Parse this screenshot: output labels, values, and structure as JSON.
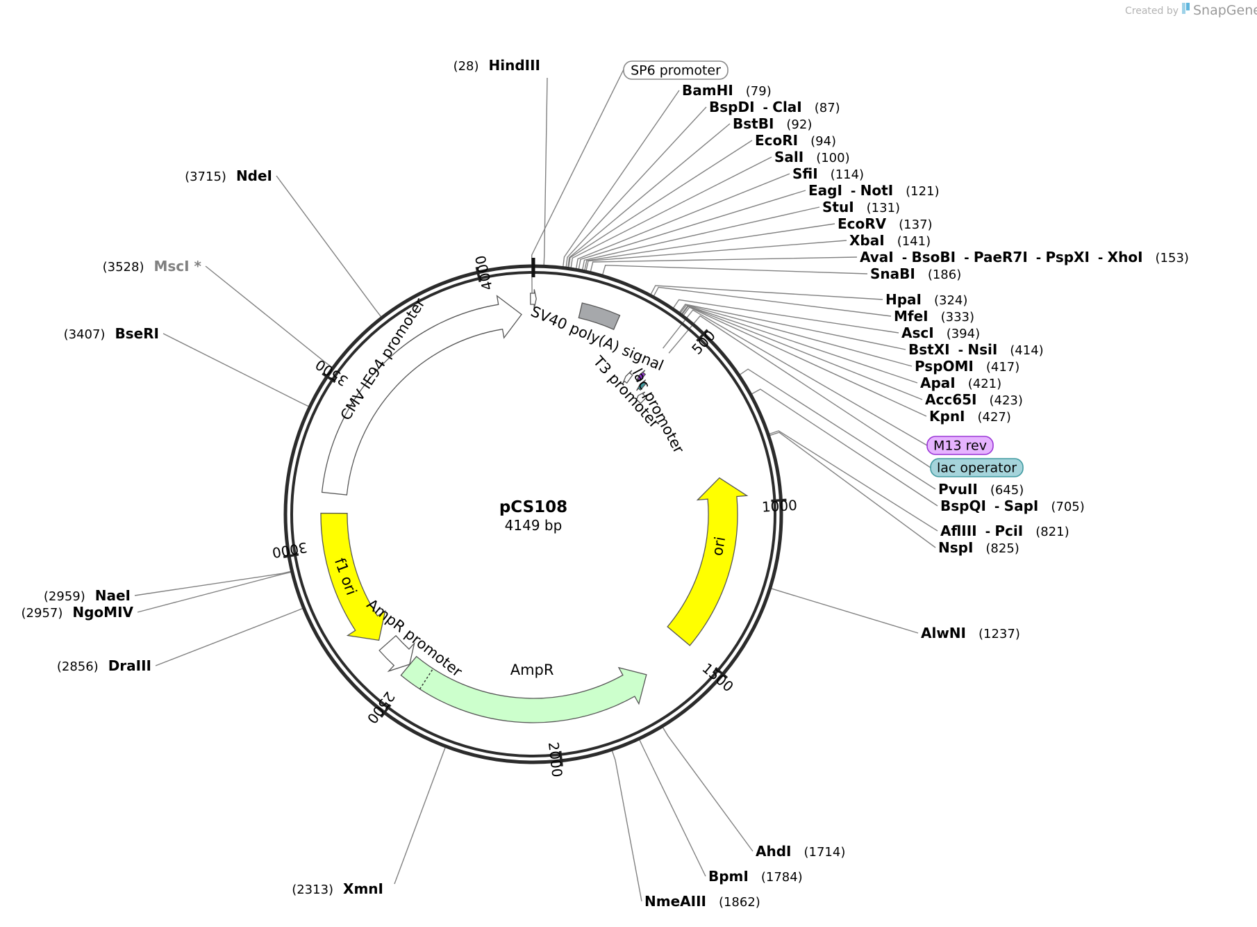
{
  "credit": {
    "created_by": "Created by",
    "brand": "SnapGene"
  },
  "plasmid": {
    "name": "pCS108",
    "length_label": "4149 bp",
    "length_bp": 4149
  },
  "ticks": [
    {
      "bp": 500,
      "label": "500"
    },
    {
      "bp": 1000,
      "label": "1000"
    },
    {
      "bp": 1500,
      "label": "1500"
    },
    {
      "bp": 2000,
      "label": "2000"
    },
    {
      "bp": 2500,
      "label": "2500"
    },
    {
      "bp": 3000,
      "label": "3000"
    },
    {
      "bp": 3500,
      "label": "3500"
    },
    {
      "bp": 4000,
      "label": "4000"
    }
  ],
  "features": [
    {
      "name": "SP6 promoter",
      "label": "SP6 promoter",
      "start": 4140,
      "end": 9,
      "color": "#ffffff",
      "direction": "forward"
    },
    {
      "name": "SV40 poly(A) signal",
      "label": "SV40 poly(A) signal",
      "start": 150,
      "end": 271,
      "color": "#a6a8ab",
      "direction": "none"
    },
    {
      "name": "T3 promoter",
      "label": "T3 promoter",
      "start": 390,
      "end": 409,
      "color": "#ffffff",
      "direction": "reverse"
    },
    {
      "name": "M13 rev",
      "label": "M13 rev",
      "start": 430,
      "end": 446,
      "color": "#8c35c7",
      "direction": "reverse"
    },
    {
      "name": "lac operator",
      "label": "lac operator",
      "start": 454,
      "end": 470,
      "color": "#3f9aa0",
      "direction": "reverse"
    },
    {
      "name": "lac promoter",
      "label": "lac promoter",
      "start": 478,
      "end": 508,
      "color": "#ffffff",
      "direction": "reverse"
    },
    {
      "name": "ori",
      "label": "ori",
      "start": 910,
      "end": 1498,
      "color": "#ffff00",
      "direction": "reverse"
    },
    {
      "name": "AmpR",
      "label": "AmpR",
      "start": 1669,
      "end": 2529,
      "color": "#ccffcc",
      "direction": "reverse"
    },
    {
      "name": "AmpR promoter",
      "label": "AmpR promoter",
      "start": 2530,
      "end": 2634,
      "color": "#ffffff",
      "direction": "reverse"
    },
    {
      "name": "f1 ori",
      "label": "f1 ori",
      "start": 2660,
      "end": 3115,
      "color": "#ffff00",
      "direction": "reverse"
    },
    {
      "name": "CMV IE94 promoter",
      "label": "CMV IE94 promoter",
      "start": 3180,
      "end": 4110,
      "color": "#ffffff",
      "direction": "forward"
    }
  ],
  "sites": [
    {
      "id": "hindiii",
      "names": [
        "HindIII"
      ],
      "pos": "(28)",
      "bp": 28
    },
    {
      "id": "bamhi",
      "names": [
        "BamHI"
      ],
      "pos": "(79)",
      "bp": 79
    },
    {
      "id": "bspdi",
      "names": [
        "BspDI",
        "ClaI"
      ],
      "pos": "(87)",
      "bp": 87
    },
    {
      "id": "bstbi",
      "names": [
        "BstBI"
      ],
      "pos": "(92)",
      "bp": 92
    },
    {
      "id": "ecori",
      "names": [
        "EcoRI"
      ],
      "pos": "(94)",
      "bp": 94
    },
    {
      "id": "sali",
      "names": [
        "SalI"
      ],
      "pos": "(100)",
      "bp": 100
    },
    {
      "id": "sfii",
      "names": [
        "SfiI"
      ],
      "pos": "(114)",
      "bp": 114
    },
    {
      "id": "eagi",
      "names": [
        "EagI",
        "NotI"
      ],
      "pos": "(121)",
      "bp": 121
    },
    {
      "id": "stui",
      "names": [
        "StuI"
      ],
      "pos": "(131)",
      "bp": 131
    },
    {
      "id": "ecorv",
      "names": [
        "EcoRV"
      ],
      "pos": "(137)",
      "bp": 137
    },
    {
      "id": "xbai",
      "names": [
        "XbaI"
      ],
      "pos": "(141)",
      "bp": 141
    },
    {
      "id": "avai",
      "names": [
        "AvaI",
        "BsoBI",
        "PaeR7I",
        "PspXI",
        "XhoI"
      ],
      "pos": "(153)",
      "bp": 153
    },
    {
      "id": "snabi",
      "names": [
        "SnaBI"
      ],
      "pos": "(186)",
      "bp": 186
    },
    {
      "id": "hpai",
      "names": [
        "HpaI"
      ],
      "pos": "(324)",
      "bp": 324
    },
    {
      "id": "mfei",
      "names": [
        "MfeI"
      ],
      "pos": "(333)",
      "bp": 333
    },
    {
      "id": "asci",
      "names": [
        "AscI"
      ],
      "pos": "(394)",
      "bp": 394
    },
    {
      "id": "bstxi",
      "names": [
        "BstXI",
        "NsiI"
      ],
      "pos": "(414)",
      "bp": 414
    },
    {
      "id": "pspomi",
      "names": [
        "PspOMI"
      ],
      "pos": "(417)",
      "bp": 417
    },
    {
      "id": "apai",
      "names": [
        "ApaI"
      ],
      "pos": "(421)",
      "bp": 421
    },
    {
      "id": "acc65i",
      "names": [
        "Acc65I"
      ],
      "pos": "(423)",
      "bp": 423
    },
    {
      "id": "kpni",
      "names": [
        "KpnI"
      ],
      "pos": "(427)",
      "bp": 427
    },
    {
      "id": "pvuii",
      "names": [
        "PvuII"
      ],
      "pos": "(645)",
      "bp": 645
    },
    {
      "id": "bspqi",
      "names": [
        "BspQI",
        "SapI"
      ],
      "pos": "(705)",
      "bp": 705
    },
    {
      "id": "afliii",
      "names": [
        "AflIII",
        "PciI"
      ],
      "pos": "(821)",
      "bp": 821
    },
    {
      "id": "nspi",
      "names": [
        "NspI"
      ],
      "pos": "(825)",
      "bp": 825
    },
    {
      "id": "alwni",
      "names": [
        "AlwNI"
      ],
      "pos": "(1237)",
      "bp": 1237
    },
    {
      "id": "ahdi",
      "names": [
        "AhdI"
      ],
      "pos": "(1714)",
      "bp": 1714
    },
    {
      "id": "bpmi",
      "names": [
        "BpmI"
      ],
      "pos": "(1784)",
      "bp": 1784
    },
    {
      "id": "nmeaiii",
      "names": [
        "NmeAIII"
      ],
      "pos": "(1862)",
      "bp": 1862
    },
    {
      "id": "xmni",
      "names": [
        "XmnI"
      ],
      "pos": "(2313)",
      "bp": 2313
    },
    {
      "id": "draiii",
      "names": [
        "DraIII"
      ],
      "pos": "(2856)",
      "bp": 2856
    },
    {
      "id": "ngomiv",
      "names": [
        "NgoMIV"
      ],
      "pos": "(2957)",
      "bp": 2957
    },
    {
      "id": "naei",
      "names": [
        "NaeI"
      ],
      "pos": "(2959)",
      "bp": 2959
    },
    {
      "id": "bseri",
      "names": [
        "BseRI"
      ],
      "pos": "(3407)",
      "bp": 3407
    },
    {
      "id": "msci",
      "names": [
        "MscI *"
      ],
      "pos": "(3528)",
      "bp": 3528,
      "color": "#808080"
    },
    {
      "id": "ndei",
      "names": [
        "NdeI"
      ],
      "pos": "(3715)",
      "bp": 3715
    }
  ],
  "feature_callouts": [
    {
      "id": "sp6",
      "label": "SP6 promoter",
      "bp": 4145,
      "fill": "#ffffff",
      "stroke": "#888888"
    },
    {
      "id": "m13rev",
      "label": "M13 rev",
      "bp": 438,
      "fill": "#e6b3ff",
      "stroke": "#9a35d6"
    },
    {
      "id": "lacop",
      "label": "lac operator",
      "bp": 462,
      "fill": "#a6d4db",
      "stroke": "#3f9aa0"
    }
  ]
}
